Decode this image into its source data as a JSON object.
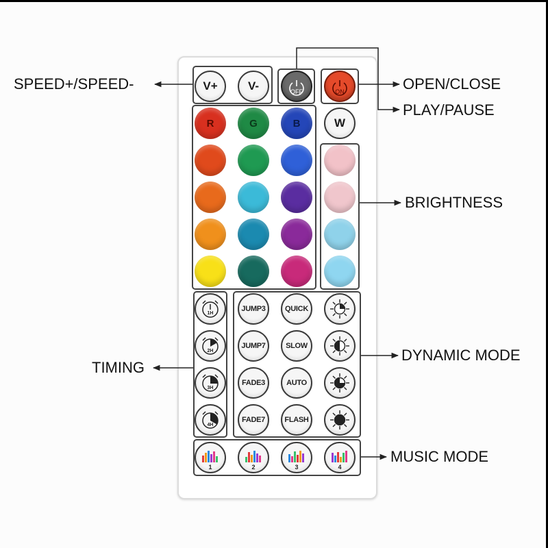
{
  "power": {
    "off_label": "OFF",
    "on_label": "ON"
  },
  "speed": {
    "up_label": "V+",
    "down_label": "V-"
  },
  "color_keys": {
    "r": "R",
    "g": "G",
    "b": "B",
    "w": "W"
  },
  "modes": {
    "jump3": "JUMP3",
    "quick": "QUICK",
    "jump7": "JUMP7",
    "slow": "SLOW",
    "fade3": "FADE3",
    "auto": "AUTO",
    "fade7": "FADE7",
    "flash": "FLASH"
  },
  "timers": [
    "1H",
    "2H",
    "3H",
    "4H"
  ],
  "music_numbers": [
    "1",
    "2",
    "3",
    "4"
  ],
  "callouts": {
    "speed": "SPEED+/SPEED-",
    "open_close": "OPEN/CLOSE",
    "play_pause": "PLAY/PAUSE",
    "brightness": "BRIGHTNESS",
    "timing": "TIMING",
    "dynamic_mode": "DYNAMIC MODE",
    "music_mode": "MUSIC MODE"
  },
  "colors": {
    "row1": [
      "#d8301f",
      "#1f8a45",
      "#2446b8"
    ],
    "row2": [
      "#e04a1c",
      "#1f9a52",
      "#2f60d8"
    ],
    "row3": [
      "#e86a1c",
      "#3bbad8",
      "#5a2da0"
    ],
    "row4": [
      "#f0901c",
      "#1b8ab0",
      "#8a2a9a"
    ],
    "row5": [
      "#f8e018",
      "#176a5e",
      "#c82a7a"
    ],
    "brightness": [
      "#f2c2c8",
      "#f0c6cc",
      "#8fd2ea",
      "#8fd6f0"
    ]
  }
}
